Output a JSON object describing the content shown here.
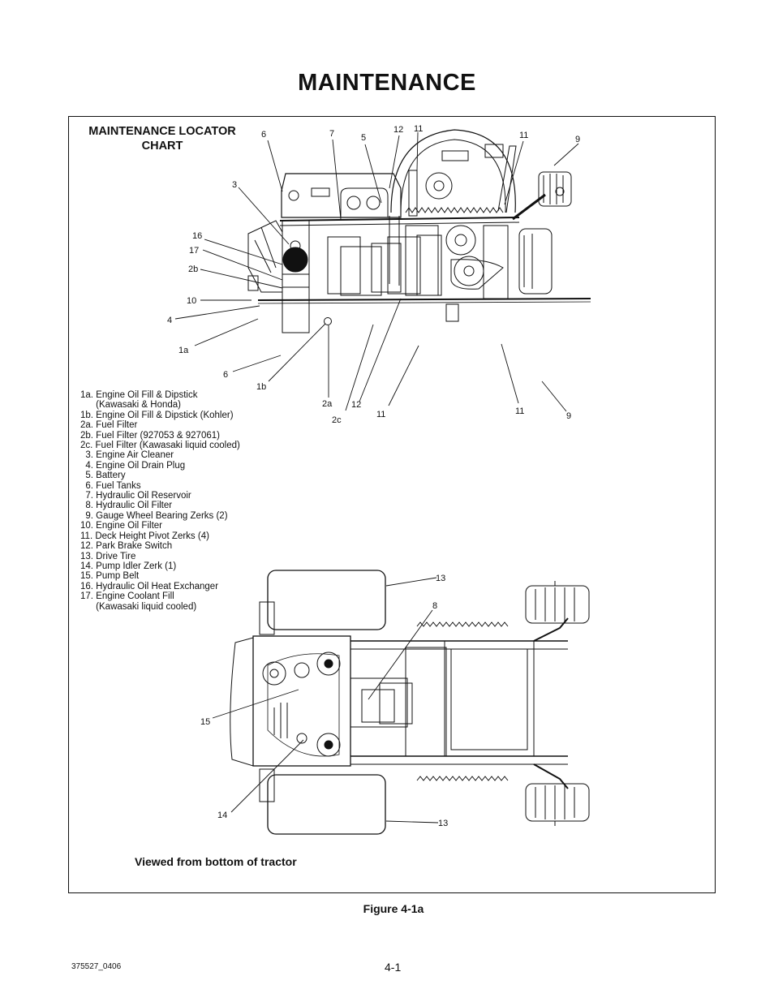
{
  "page": {
    "title": "MAINTENANCE",
    "figure_caption": "Figure 4-1a",
    "doc_number": "375527_0406",
    "page_number": "4-1"
  },
  "chart": {
    "title": "MAINTENANCE LOCATOR\nCHART",
    "view_note": "Viewed from bottom of tractor"
  },
  "legend": [
    "1a. Engine Oil Fill & Dipstick",
    "      (Kawasaki & Honda)",
    "1b. Engine Oil Fill & Dipstick (Kohler)",
    "2a. Fuel Filter",
    "2b. Fuel Filter (927053 & 927061)",
    "2c. Fuel Filter (Kawasaki liquid cooled)",
    "  3. Engine Air Cleaner",
    "  4. Engine Oil Drain Plug",
    "  5. Battery",
    "  6. Fuel Tanks",
    "  7. Hydraulic Oil Reservoir",
    "  8. Hydraulic Oil Filter",
    "  9. Gauge Wheel Bearing Zerks (2)",
    "10. Engine Oil Filter",
    "11. Deck Height Pivot Zerks (4)",
    "12. Park Brake Switch",
    "13. Drive Tire",
    "14. Pump Idler Zerk (1)",
    "15. Pump Belt",
    "16. Hydraulic Oil Heat Exchanger",
    "17. Engine Coolant Fill",
    "      (Kawasaki liquid cooled)"
  ],
  "callouts": {
    "c6_top": "6",
    "c7": "7",
    "c5": "5",
    "c12_top": "12",
    "c11_top_a": "11",
    "c11_top_b": "11",
    "c9_top": "9",
    "c3": "3",
    "c16": "16",
    "c17": "17",
    "c2b": "2b",
    "c10": "10",
    "c4": "4",
    "c1a": "1a",
    "c6_low": "6",
    "c1b": "1b",
    "c2a": "2a",
    "c12_low": "12",
    "c2c": "2c",
    "c11_low_a": "11",
    "c11_low_b": "11",
    "c9_low": "9",
    "c13_top": "13",
    "c8": "8",
    "c15": "15",
    "c14": "14",
    "c13_bot": "13"
  }
}
